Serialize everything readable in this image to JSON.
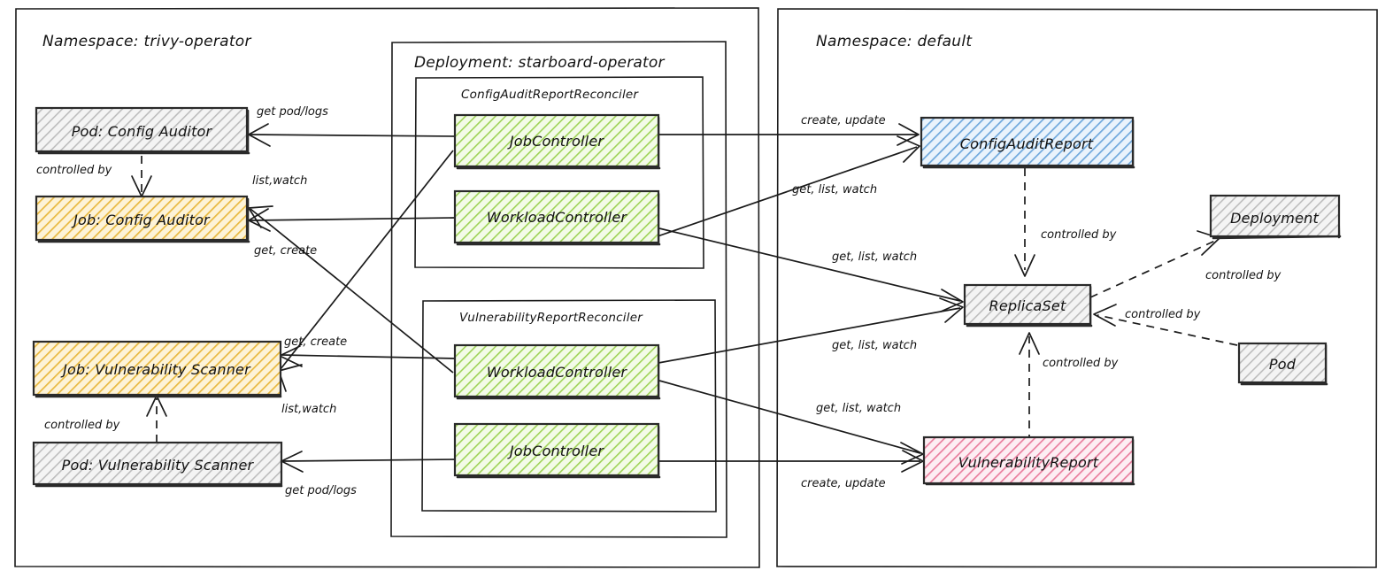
{
  "diagram": {
    "title": "Trivy Operator controller / custom-resource reconciliation diagram",
    "background": "#ffffff",
    "ink_color": "#1b1b1b"
  },
  "namespaces": [
    {
      "id": "trivy-operator",
      "label": "Namespace: trivy-operator"
    },
    {
      "id": "default",
      "label": "Namespace: default"
    }
  ],
  "deployment": {
    "label": "Deployment: starboard-operator"
  },
  "reconcilers": [
    {
      "id": "config-audit-report-reconciler",
      "label": "ConfigAuditReportReconciler"
    },
    {
      "id": "vulnerability-report-reconciler",
      "label": "VulnerabilityReportReconciler"
    }
  ],
  "nodes": [
    {
      "id": "pod-config-auditor",
      "label": "Pod: Config Auditor",
      "fill": "#f2f2f2",
      "hatch": "#b9b9b9",
      "kind": "pod"
    },
    {
      "id": "job-config-auditor",
      "label": "Job: Config Auditor",
      "fill": "#fdf0cf",
      "hatch": "#e7b33a",
      "kind": "job"
    },
    {
      "id": "job-vulnerability-scanner",
      "label": "Job: Vulnerability Scanner",
      "fill": "#fdf0cf",
      "hatch": "#e7b33a",
      "kind": "job"
    },
    {
      "id": "pod-vulnerability-scanner",
      "label": "Pod: Vulnerability Scanner",
      "fill": "#f2f2f2",
      "hatch": "#b9b9b9",
      "kind": "pod"
    },
    {
      "id": "car-job-controller",
      "label": "JobController",
      "fill": "#effae0",
      "hatch": "#8cc63f",
      "kind": "controller"
    },
    {
      "id": "car-workload-controller",
      "label": "WorkloadController",
      "fill": "#effae0",
      "hatch": "#8cc63f",
      "kind": "controller"
    },
    {
      "id": "vr-workload-controller",
      "label": "WorkloadController",
      "fill": "#effae0",
      "hatch": "#8cc63f",
      "kind": "controller"
    },
    {
      "id": "vr-job-controller",
      "label": "JobController",
      "fill": "#effae0",
      "hatch": "#8cc63f",
      "kind": "controller"
    },
    {
      "id": "config-audit-report",
      "label": "ConfigAuditReport",
      "fill": "#dbeaf8",
      "hatch": "#5b9bd5",
      "kind": "custom-resource"
    },
    {
      "id": "vulnerability-report",
      "label": "VulnerabilityReport",
      "fill": "#fadde6",
      "hatch": "#e26b8e",
      "kind": "custom-resource"
    },
    {
      "id": "replicaset",
      "label": "ReplicaSet",
      "fill": "#f2f2f2",
      "hatch": "#b9b9b9",
      "kind": "workload"
    },
    {
      "id": "deployment-res",
      "label": "Deployment",
      "fill": "#f2f2f2",
      "hatch": "#b9b9b9",
      "kind": "workload"
    },
    {
      "id": "pod-res",
      "label": "Pod",
      "fill": "#f2f2f2",
      "hatch": "#b9b9b9",
      "kind": "workload"
    }
  ],
  "edge_labels": {
    "get_pod_logs_top": "get pod/logs",
    "controlled_by_config_auditor": "controlled by",
    "list_watch_config_auditor": "list,watch",
    "get_create_config_auditor": "get, create",
    "get_create_vuln_scanner": "get, create",
    "list_watch_vuln_scanner": "list,watch",
    "controlled_by_vuln_scanner": "controlled by",
    "get_pod_logs_bottom": "get pod/logs",
    "create_update_car": "create, update",
    "get_list_watch_car": "get, list, watch",
    "get_list_watch_rs_top": "get, list, watch",
    "get_list_watch_rs_bottom": "get, list, watch",
    "get_list_watch_vr": "get, list, watch",
    "create_update_vr": "create, update",
    "controlled_by_car_rs": "controlled by",
    "controlled_by_deployment": "controlled by",
    "controlled_by_pod": "controlled by",
    "controlled_by_vr_rs": "controlled by"
  },
  "colors": {
    "ink": "#1b1b1b",
    "job_fill": "#fdf0cf",
    "job_hatch": "#e7b33a",
    "pod_fill": "#f2f2f2",
    "pod_hatch": "#b9b9b9",
    "controller_fill": "#effae0",
    "controller_hatch": "#8cc63f",
    "config_audit_report_fill": "#dbeaf8",
    "config_audit_report_hatch": "#5b9bd5",
    "vulnerability_report_fill": "#fadde6",
    "vulnerability_report_hatch": "#e26b8e"
  }
}
